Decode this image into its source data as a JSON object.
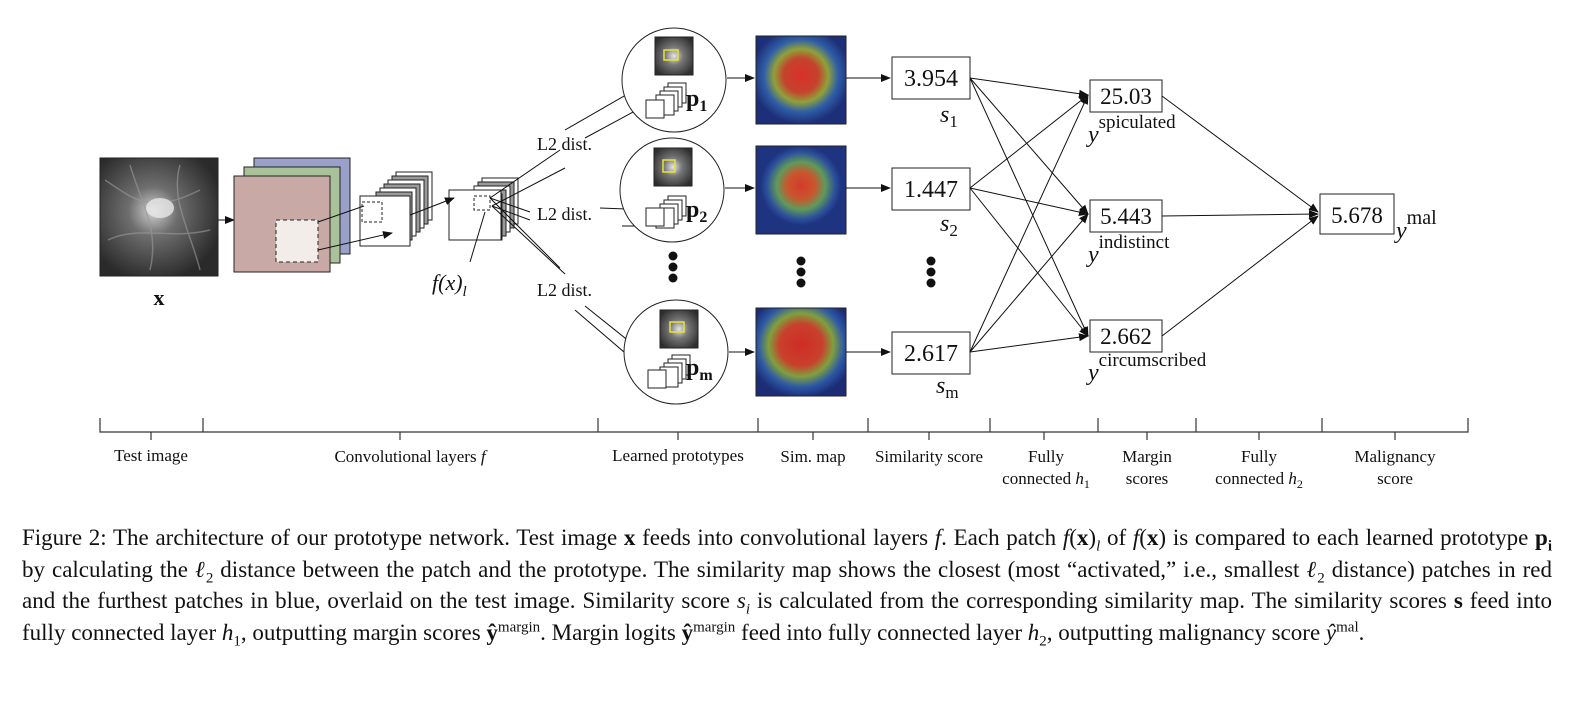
{
  "labels": {
    "input_x": "x",
    "feature_patch": "f(x)",
    "feature_patch_sub": "l",
    "l2_dist": "L2 dist.",
    "prototypes": [
      {
        "name": "p",
        "sub": "1"
      },
      {
        "name": "p",
        "sub": "2"
      },
      {
        "name": "p",
        "sub": "m"
      }
    ],
    "similarity_scores": [
      {
        "value": "3.954",
        "label": "s",
        "sub": "1"
      },
      {
        "value": "1.447",
        "label": "s",
        "sub": "2"
      },
      {
        "value": "2.617",
        "label": "s",
        "sub": "m"
      }
    ],
    "margin_scores": [
      {
        "value": "25.03",
        "label": "y",
        "sup": "spiculated"
      },
      {
        "value": "5.443",
        "label": "y",
        "sup": "indistinct"
      },
      {
        "value": "2.662",
        "label": "y",
        "sup": "circumscribed"
      }
    ],
    "malignancy": {
      "value": "5.678",
      "label": "y",
      "sup": "mal"
    }
  },
  "stages": [
    {
      "line1": "Test image",
      "line2": ""
    },
    {
      "line1": "Convolutional  layers",
      "line1_it": "f",
      "line2": ""
    },
    {
      "line1": "Learned prototypes",
      "line2": ""
    },
    {
      "line1": "Sim. map",
      "line2": ""
    },
    {
      "line1": "Similarity score",
      "line2": ""
    },
    {
      "line1": "Fully",
      "line2": "connected",
      "line2_it": "h",
      "line2_sub": "1"
    },
    {
      "line1": "Margin",
      "line2": "scores"
    },
    {
      "line1": "Fully",
      "line2": "connected",
      "line2_it": "h",
      "line2_sub": "2"
    },
    {
      "line1": "Malignancy",
      "line2": "score"
    }
  ],
  "caption": {
    "s1": "Figure 2: The architecture of our prototype network. Test image ",
    "s2": "x",
    "s3": " feeds into convolutional layers ",
    "s4": "f",
    "s5": ". Each patch ",
    "s6": "f",
    "s7": "(",
    "s8": "x",
    "s9": ")",
    "s10": "l",
    "s11": " of ",
    "s12": "f",
    "s13": "(",
    "s14": "x",
    "s15": ")",
    "s16": " is compared to each learned prototype ",
    "s17": "p",
    "s18": "i",
    "s19": " by calculating the ",
    "s20": "ℓ",
    "s21": "2",
    "s22": " distance between the patch and the prototype. The similarity map shows the closest (most “activated,” i.e., smallest ",
    "s23": "ℓ",
    "s24": "2",
    "s25": " distance) patches in red and the furthest patches in blue, overlaid on the test image.  Similarity score ",
    "s26": "s",
    "s27": "i",
    "s28": " is calculated from the corresponding similarity map. The similarity scores ",
    "s29": "s",
    "s30": " feed into fully connected layer ",
    "s31": "h",
    "s32": "1",
    "s33": ", outputting margin scores ",
    "s34": "ŷ",
    "s35": "margin",
    "s36": ". Margin logits ",
    "s37": "ŷ",
    "s38": "margin",
    "s39": " feed into fully connected layer ",
    "s40": "h",
    "s41": "2",
    "s42": ", outputting malignancy score ",
    "s43": "ŷ",
    "s44": "mal",
    "s45": "."
  }
}
